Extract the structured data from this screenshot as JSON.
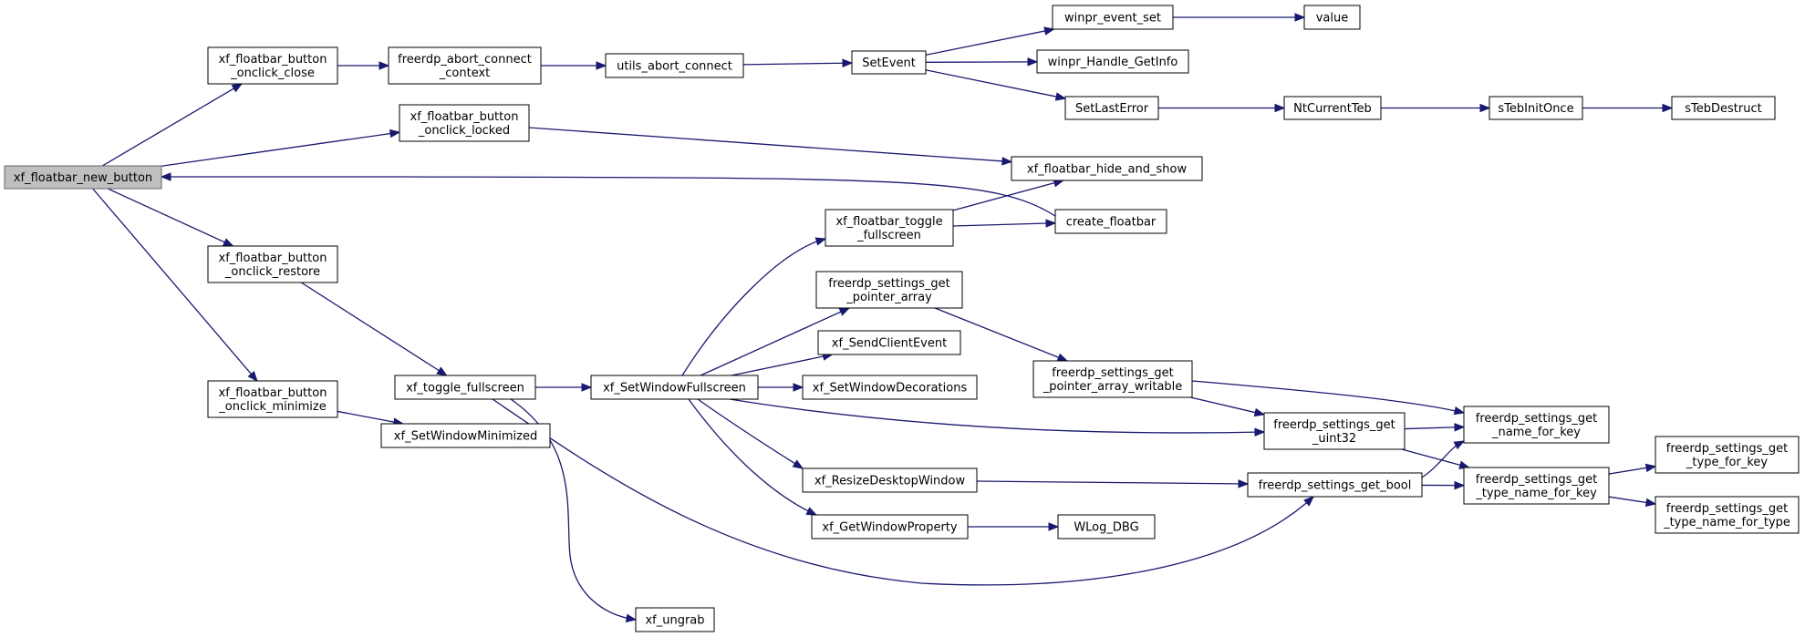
{
  "diagram": {
    "root": "xf_floatbar_new_button",
    "colors": {
      "edge": "#191970",
      "root_fill": "#bfbfbf",
      "node_fill": "#ffffff"
    },
    "nodes": [
      {
        "id": "n1",
        "lines": [
          "xf_floatbar_new_button"
        ]
      },
      {
        "id": "n2",
        "lines": [
          "xf_floatbar_button",
          "_onclick_close"
        ]
      },
      {
        "id": "n3",
        "lines": [
          "xf_floatbar_button",
          "_onclick_locked"
        ]
      },
      {
        "id": "n4",
        "lines": [
          "xf_floatbar_button",
          "_onclick_restore"
        ]
      },
      {
        "id": "n5",
        "lines": [
          "xf_floatbar_button",
          "_onclick_minimize"
        ]
      },
      {
        "id": "n6",
        "lines": [
          "freerdp_abort_connect",
          "_context"
        ]
      },
      {
        "id": "n7",
        "lines": [
          "utils_abort_connect"
        ]
      },
      {
        "id": "n8",
        "lines": [
          "SetEvent"
        ]
      },
      {
        "id": "n9",
        "lines": [
          "winpr_event_set"
        ]
      },
      {
        "id": "n10",
        "lines": [
          "value"
        ]
      },
      {
        "id": "n11",
        "lines": [
          "winpr_Handle_GetInfo"
        ]
      },
      {
        "id": "n12",
        "lines": [
          "SetLastError"
        ]
      },
      {
        "id": "n13",
        "lines": [
          "NtCurrentTeb"
        ]
      },
      {
        "id": "n14",
        "lines": [
          "sTebInitOnce"
        ]
      },
      {
        "id": "n15",
        "lines": [
          "sTebDestruct"
        ]
      },
      {
        "id": "n16",
        "lines": [
          "xf_floatbar_hide_and_show"
        ]
      },
      {
        "id": "n17",
        "lines": [
          "create_floatbar"
        ]
      },
      {
        "id": "n18",
        "lines": [
          "xf_floatbar_toggle",
          "_fullscreen"
        ]
      },
      {
        "id": "n19",
        "lines": [
          "freerdp_settings_get",
          "_pointer_array"
        ]
      },
      {
        "id": "n20",
        "lines": [
          "xf_SendClientEvent"
        ]
      },
      {
        "id": "n21",
        "lines": [
          "xf_SetWindowDecorations"
        ]
      },
      {
        "id": "n22",
        "lines": [
          "xf_SetWindowFullscreen"
        ]
      },
      {
        "id": "n23",
        "lines": [
          "xf_toggle_fullscreen"
        ]
      },
      {
        "id": "n24",
        "lines": [
          "xf_SetWindowMinimized"
        ]
      },
      {
        "id": "n25",
        "lines": [
          "freerdp_settings_get",
          "_pointer_array_writable"
        ]
      },
      {
        "id": "n26",
        "lines": [
          "freerdp_settings_get",
          "_uint32"
        ]
      },
      {
        "id": "n27",
        "lines": [
          "freerdp_settings_get",
          "_name_for_key"
        ]
      },
      {
        "id": "n28",
        "lines": [
          "xf_ResizeDesktopWindow"
        ]
      },
      {
        "id": "n29",
        "lines": [
          "freerdp_settings_get_bool"
        ]
      },
      {
        "id": "n30",
        "lines": [
          "freerdp_settings_get",
          "_type_name_for_key"
        ]
      },
      {
        "id": "n31",
        "lines": [
          "freerdp_settings_get",
          "_type_for_key"
        ]
      },
      {
        "id": "n32",
        "lines": [
          "freerdp_settings_get",
          "_type_name_for_type"
        ]
      },
      {
        "id": "n33",
        "lines": [
          "xf_GetWindowProperty"
        ]
      },
      {
        "id": "n34",
        "lines": [
          "WLog_DBG"
        ]
      },
      {
        "id": "n35",
        "lines": [
          "xf_ungrab"
        ]
      }
    ],
    "edges": [
      {
        "from": "n1",
        "to": "n2"
      },
      {
        "from": "n1",
        "to": "n3"
      },
      {
        "from": "n1",
        "to": "n4"
      },
      {
        "from": "n1",
        "to": "n5"
      },
      {
        "from": "n2",
        "to": "n6"
      },
      {
        "from": "n6",
        "to": "n7"
      },
      {
        "from": "n7",
        "to": "n8"
      },
      {
        "from": "n8",
        "to": "n9"
      },
      {
        "from": "n9",
        "to": "n10"
      },
      {
        "from": "n8",
        "to": "n11"
      },
      {
        "from": "n8",
        "to": "n12"
      },
      {
        "from": "n12",
        "to": "n13"
      },
      {
        "from": "n13",
        "to": "n14"
      },
      {
        "from": "n14",
        "to": "n15"
      },
      {
        "from": "n3",
        "to": "n16"
      },
      {
        "from": "n17",
        "to": "n1"
      },
      {
        "from": "n18",
        "to": "n16"
      },
      {
        "from": "n18",
        "to": "n17"
      },
      {
        "from": "n4",
        "to": "n23"
      },
      {
        "from": "n5",
        "to": "n24"
      },
      {
        "from": "n23",
        "to": "n22"
      },
      {
        "from": "n23",
        "to": "n35"
      },
      {
        "from": "n23",
        "to": "n29"
      },
      {
        "from": "n22",
        "to": "n18"
      },
      {
        "from": "n22",
        "to": "n19"
      },
      {
        "from": "n22",
        "to": "n20"
      },
      {
        "from": "n22",
        "to": "n21"
      },
      {
        "from": "n22",
        "to": "n26"
      },
      {
        "from": "n22",
        "to": "n28"
      },
      {
        "from": "n22",
        "to": "n33"
      },
      {
        "from": "n19",
        "to": "n25"
      },
      {
        "from": "n25",
        "to": "n26"
      },
      {
        "from": "n25",
        "to": "n27"
      },
      {
        "from": "n26",
        "to": "n27"
      },
      {
        "from": "n26",
        "to": "n30"
      },
      {
        "from": "n28",
        "to": "n29"
      },
      {
        "from": "n29",
        "to": "n27"
      },
      {
        "from": "n29",
        "to": "n30"
      },
      {
        "from": "n30",
        "to": "n31"
      },
      {
        "from": "n30",
        "to": "n32"
      },
      {
        "from": "n33",
        "to": "n34"
      }
    ]
  }
}
